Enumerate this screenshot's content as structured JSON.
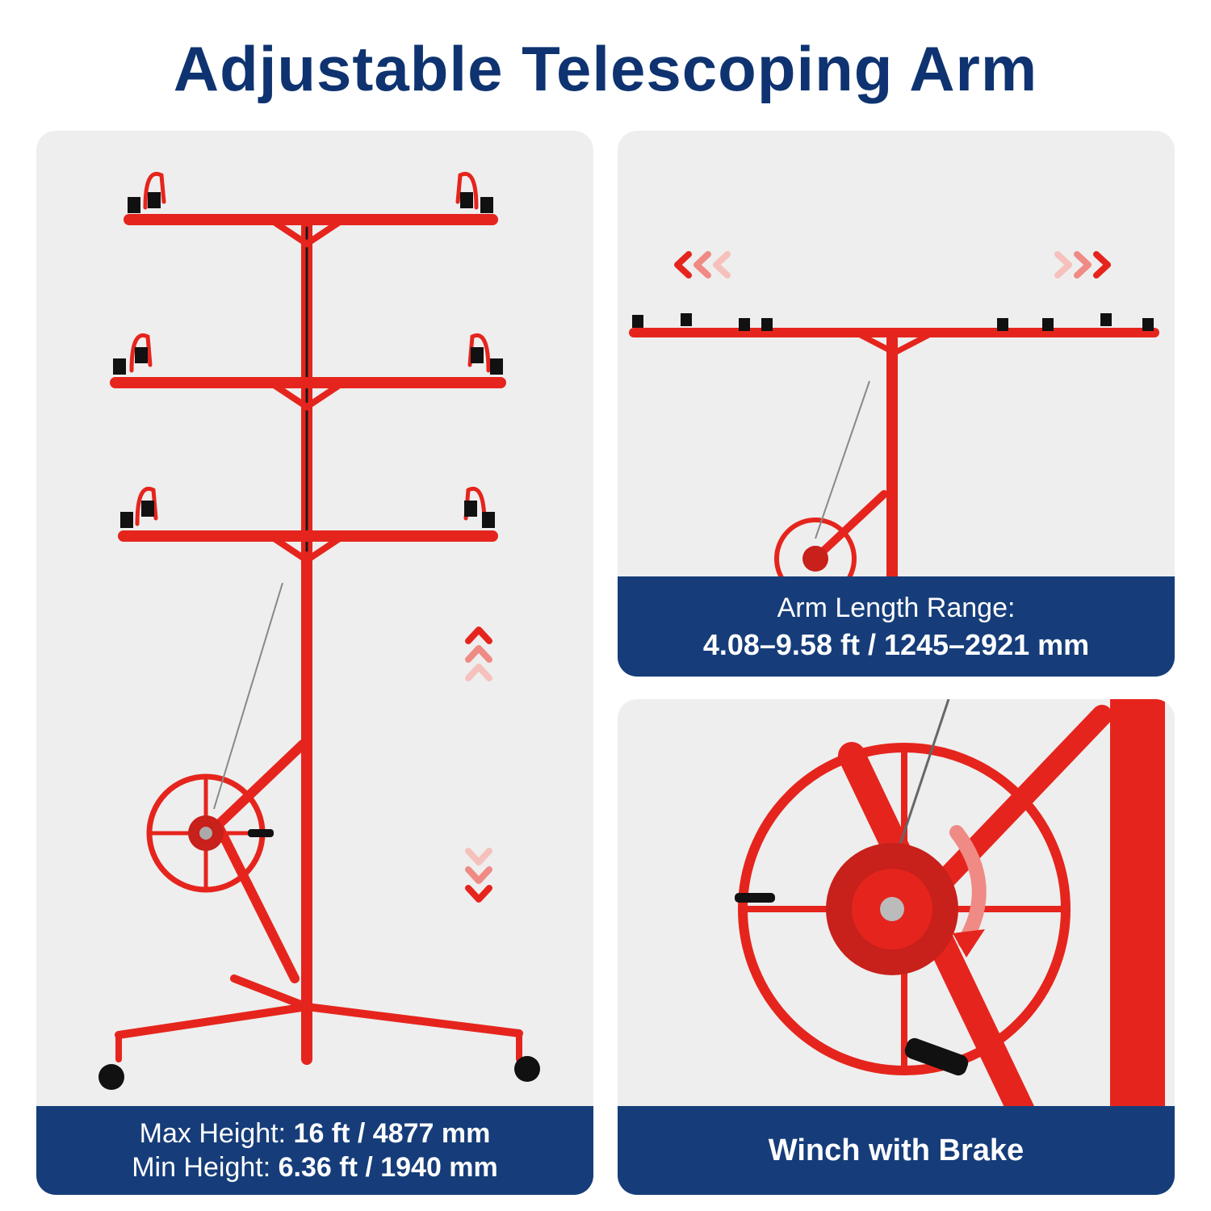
{
  "title": "Adjustable Telescoping Arm",
  "panel_left": {
    "max_label": "Max Height:",
    "max_value": "16 ft / 4877 mm",
    "min_label": "Min Height:",
    "min_value": "6.36 ft /  1940 mm"
  },
  "panel_top_right": {
    "label": "Arm Length Range:",
    "value": "4.08–9.58 ft / 1245–2921 mm"
  },
  "panel_bottom_right": {
    "label": "Winch with Brake"
  },
  "colors": {
    "title": "#0e3370",
    "caption_bg": "#163d7a",
    "frame_red": "#e5251d",
    "panel_bg": "#eeeeee"
  }
}
